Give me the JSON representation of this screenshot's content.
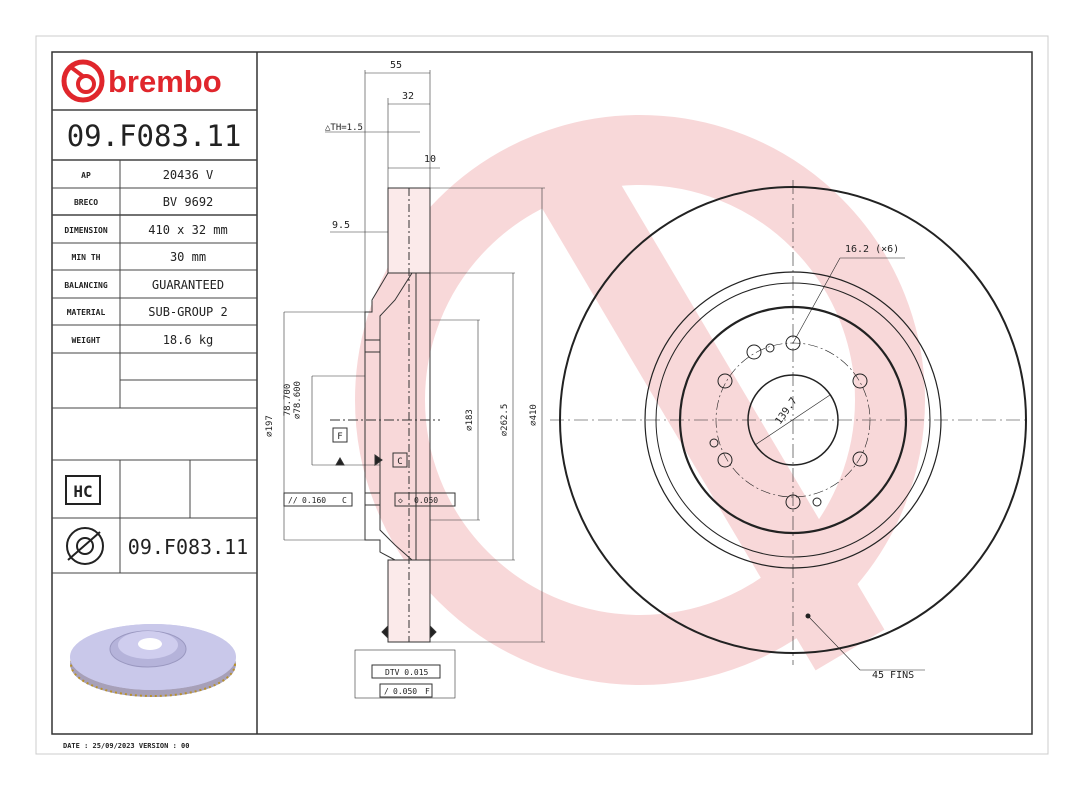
{
  "brand": {
    "name": "brembo",
    "color": "#e0262c"
  },
  "part_number": "09.F083.11",
  "specs": [
    {
      "label": "AP",
      "value": "20436 V"
    },
    {
      "label": "BRECO",
      "value": "BV 9692"
    },
    {
      "label": "DIMENSION",
      "value": "410 x 32 mm"
    },
    {
      "label": "MIN TH",
      "value": "30 mm"
    },
    {
      "label": "BALANCING",
      "value": "GUARANTEED"
    },
    {
      "label": "MATERIAL",
      "value": "SUB-GROUP 2"
    },
    {
      "label": "WEIGHT",
      "value": "18.6 kg"
    }
  ],
  "hc_badge": "HC",
  "footer_part_number": "09.F083.11",
  "footer": "DATE : 25/09/2023 VERSION : 00",
  "section_view": {
    "dim_55": "55",
    "dim_32": "32",
    "dim_th": "△TH=1.5",
    "dim_10": "10",
    "dim_9_5": "9.5",
    "dim_197": "⌀197",
    "dim_78_700": "78.700",
    "dim_78_600": "⌀78.600",
    "datum_f": "F",
    "datum_c": "C",
    "tol_parallel": "0.160",
    "tol_parallel_ref": "C",
    "tol_flat": "0.050",
    "dim_183": "⌀183",
    "dim_262_5": "⌀262.5",
    "dim_410": "⌀410",
    "tol_dtv": "DTV 0.015",
    "tol_runout": "0.050",
    "tol_runout_ref": "F"
  },
  "front_view": {
    "holes": "16.2 (×6)",
    "pcd": "139.7",
    "fins": "45 FINS"
  },
  "colors": {
    "line": "#333333",
    "watermark": "#f7d5d6",
    "render": "#c9c8ea"
  }
}
